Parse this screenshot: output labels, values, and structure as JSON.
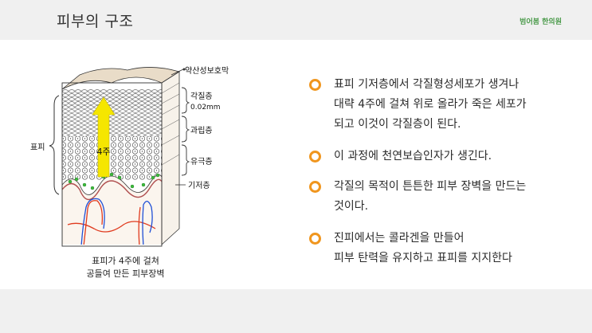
{
  "header": {
    "title": "피부의 구조",
    "brand": "범어봄 한의원"
  },
  "figure": {
    "labels": {
      "top": "약산성보호막",
      "keratin": "각질층",
      "keratin_size": "0.02mm",
      "granular": "과립층",
      "spinous": "유극층",
      "basal": "기저층",
      "epidermis": "표피",
      "arrow_text": "4주"
    },
    "caption_line1": "표피가 4주에 걸쳐",
    "caption_line2": "공들여 만든 피부장벽"
  },
  "bullets": [
    {
      "line1": "표피 기저층에서 각질형성세포가 생겨나",
      "line2": "대략 4주에 걸쳐 위로 올라가 죽은 세포가",
      "line3": "되고 이것이 각질층이 된다."
    },
    {
      "line1": "이 과정에 천연보습인자가 생긴다."
    },
    {
      "line1": "각질의 목적이 튼튼한 피부 장벽을 만드는",
      "line2": "것이다."
    },
    {
      "line1": "진피에서는 콜라겐을 만들어",
      "line2": "피부 탄력을 유지하고 표피를 지지한다"
    }
  ],
  "colors": {
    "bullet": "#f0961e",
    "arrow": "#f5e600",
    "basal_cells": "#3dbb3d",
    "vessel_red": "#e03a1e",
    "vessel_blue": "#1f4fd6",
    "brand": "#4a9a4a"
  }
}
